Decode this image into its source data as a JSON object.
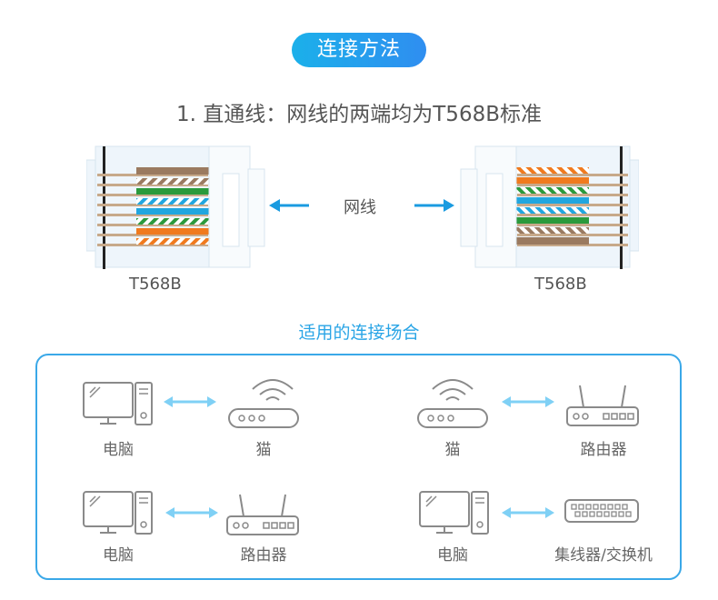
{
  "badge": "连接方法",
  "subtitle": "1. 直通线：网线的两端均为T568B标准",
  "left_connector_label": "T568B",
  "right_connector_label": "T568B",
  "cable_label": "网线",
  "section_title": "适用的连接场合",
  "scenarios": [
    {
      "left": "电脑",
      "right": "猫"
    },
    {
      "left": "猫",
      "right": "路由器"
    },
    {
      "left": "电脑",
      "right": "路由器"
    },
    {
      "left": "电脑",
      "right": "集线器/交换机"
    }
  ],
  "colors": {
    "accent": "#2aa5e6",
    "arrow": "#7fd0f5",
    "icon": "#8a8a8a",
    "wire_orange": "#f07a1e",
    "wire_green": "#2a9a3c",
    "wire_blue": "#20a6df",
    "wire_brown": "#9a7a60"
  }
}
